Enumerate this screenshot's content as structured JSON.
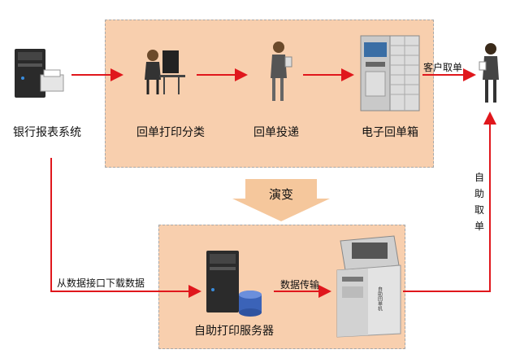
{
  "nodes": {
    "bank_system": "银行报表系统",
    "sort": "回单打印分类",
    "deliver": "回单投递",
    "mailbox": "电子回单箱",
    "self_server": "自助打印服务器"
  },
  "edges": {
    "customer_take": "客户取单",
    "download": "从数据接口下载数据",
    "transfer": "数据传输"
  },
  "evolution": "演变",
  "self_take_chars": [
    "自",
    "助",
    "取",
    "单"
  ],
  "machine_screen_text": "自助回单机",
  "colors": {
    "panel": "#f8cfae",
    "arrow": "#e0171c",
    "evolve_arrow": "#f5c79c"
  }
}
